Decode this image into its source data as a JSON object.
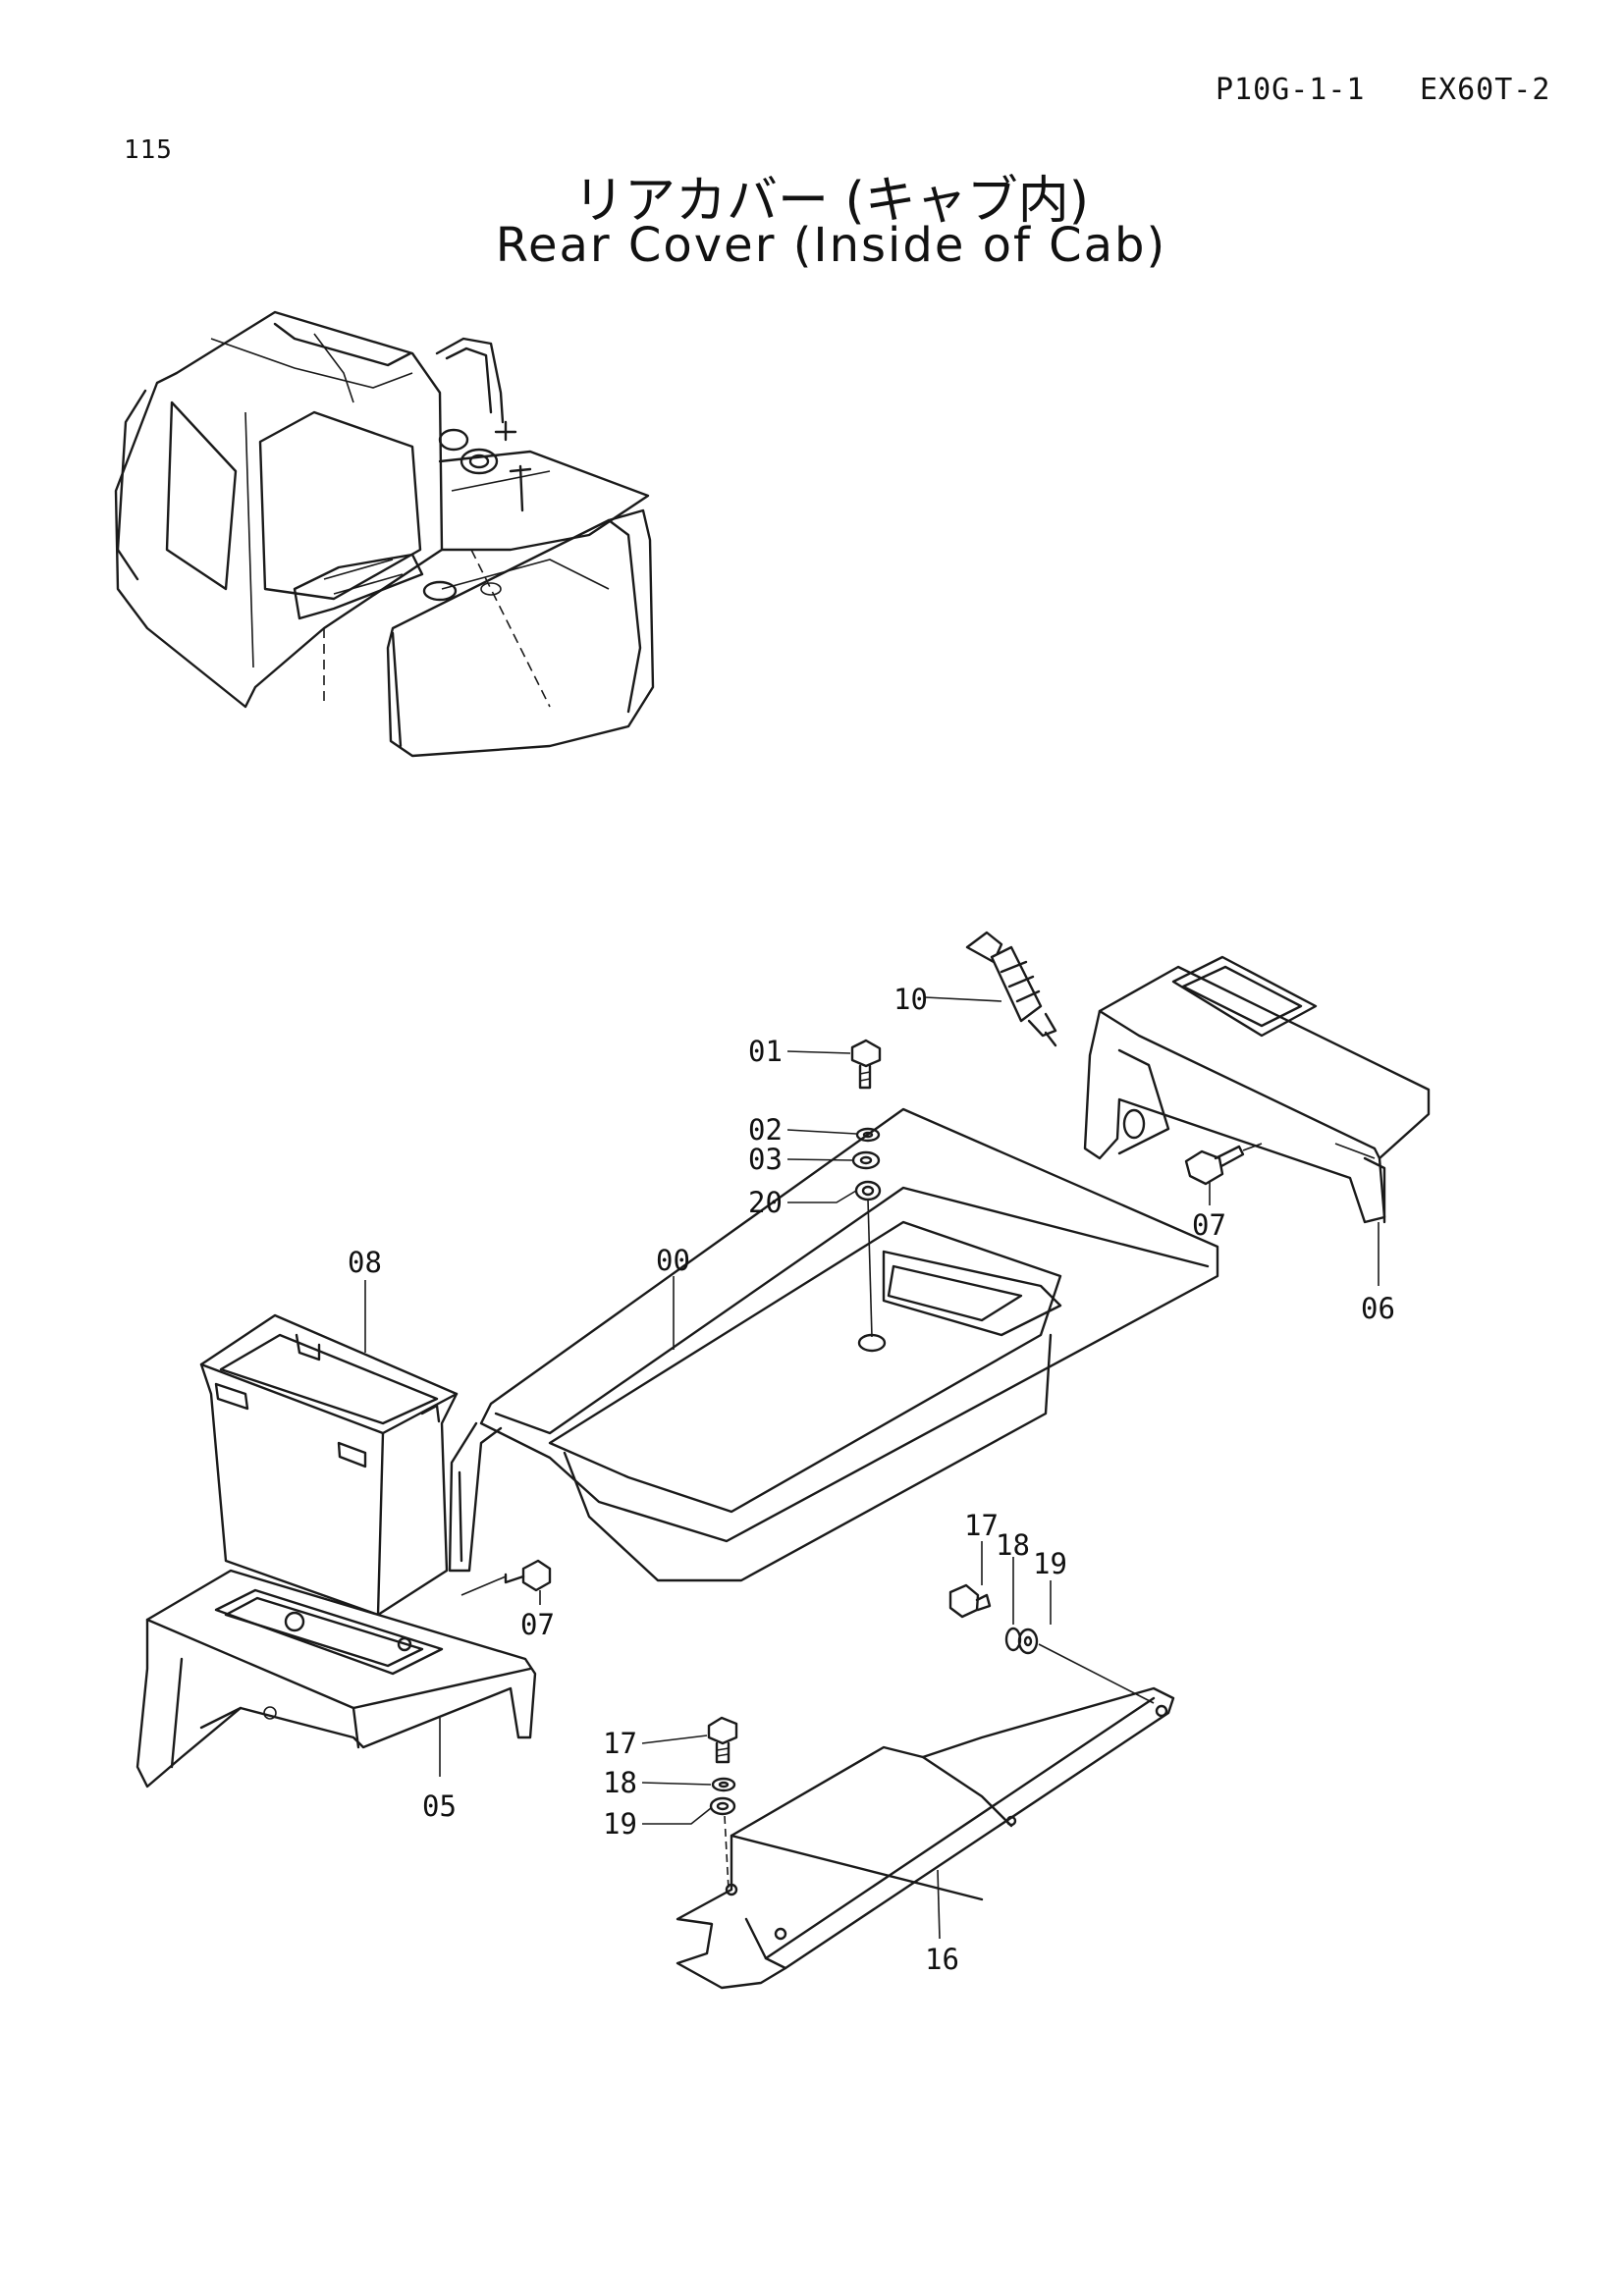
{
  "header": {
    "page_code": "P10G-1-1",
    "model": "EX60T-2",
    "page_number": "115"
  },
  "title": {
    "japanese": "リアカバー (キャブ内)",
    "english": "Rear Cover (Inside of Cab)"
  },
  "callouts": {
    "c00": "00",
    "c01": "01",
    "c02": "02",
    "c03": "03",
    "c20": "20",
    "c10": "10",
    "c07a": "07",
    "c06": "06",
    "c08": "08",
    "c07b": "07",
    "c05": "05",
    "c17a": "17",
    "c18a": "18",
    "c19a": "19",
    "c17b": "17",
    "c18b": "18",
    "c19b": "19",
    "c16": "16"
  }
}
